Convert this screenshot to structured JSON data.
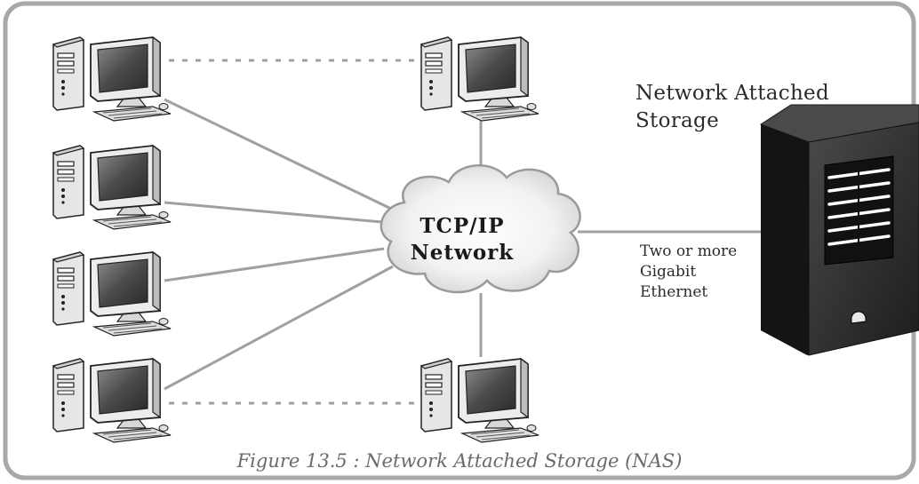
{
  "cloud": {
    "line1": "TCP/IP",
    "line2": "Network"
  },
  "nas": {
    "line1": "Network Attached",
    "line2": "Storage"
  },
  "link": {
    "line1": "Two or more",
    "line2": "Gigabit",
    "line3": "Ethernet"
  },
  "caption": "Figure 13.5 : Network Attached Storage (NAS)",
  "colors": {
    "frame": "#a8a8a8",
    "connector": "#a0a0a0",
    "server": "#2c2c2c",
    "monitor_screen": "#555555"
  },
  "icons": {
    "workstation": "desktop-computer-icon",
    "server": "tower-server-icon",
    "network": "cloud-icon"
  }
}
